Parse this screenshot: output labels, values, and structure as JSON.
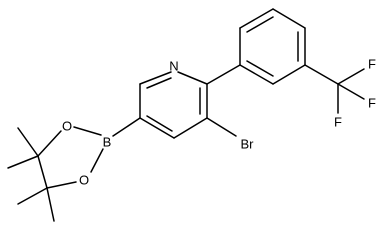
{
  "molecule": {
    "atoms": {
      "n_pyridine": "N",
      "br": "Br",
      "b": "B",
      "o_upper": "O",
      "o_lower": "O",
      "f1": "F",
      "f2": "F",
      "f3": "F"
    },
    "line_color": "#000000",
    "background": "#ffffff"
  }
}
